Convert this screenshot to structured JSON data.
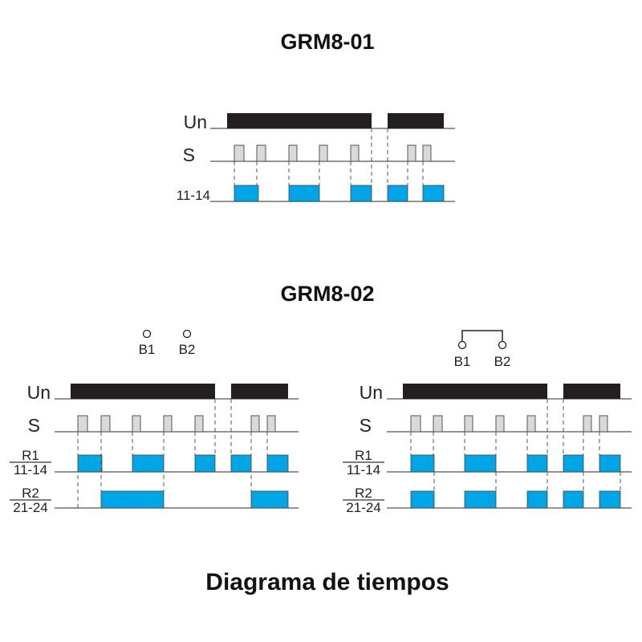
{
  "title_grm801": "GRM8-01",
  "title_grm802": "GRM8-02",
  "footer_caption": "Diagrama de tiempos",
  "colors": {
    "supply": "#231f20",
    "pulse_fill": "#d9d9d9",
    "relay_fill": "#00a5e6",
    "line": "#444444",
    "text": "#222222"
  },
  "grm801": {
    "labels": {
      "supply": "Un",
      "switch": "S",
      "relay": "11-14"
    }
  },
  "grm802_separate": {
    "terminals": {
      "b1": "B1",
      "b2": "B2"
    },
    "labels": {
      "supply": "Un",
      "switch": "S",
      "relay1_name": "R1",
      "relay1_contacts": "11-14",
      "relay2_name": "R2",
      "relay2_contacts": "21-24"
    }
  },
  "grm802_bridged": {
    "terminals": {
      "b1": "B1",
      "b2": "B2"
    },
    "labels": {
      "supply": "Un",
      "switch": "S",
      "relay1_name": "R1",
      "relay1_contacts": "11-14",
      "relay2_name": "R2",
      "relay2_contacts": "21-24"
    }
  }
}
